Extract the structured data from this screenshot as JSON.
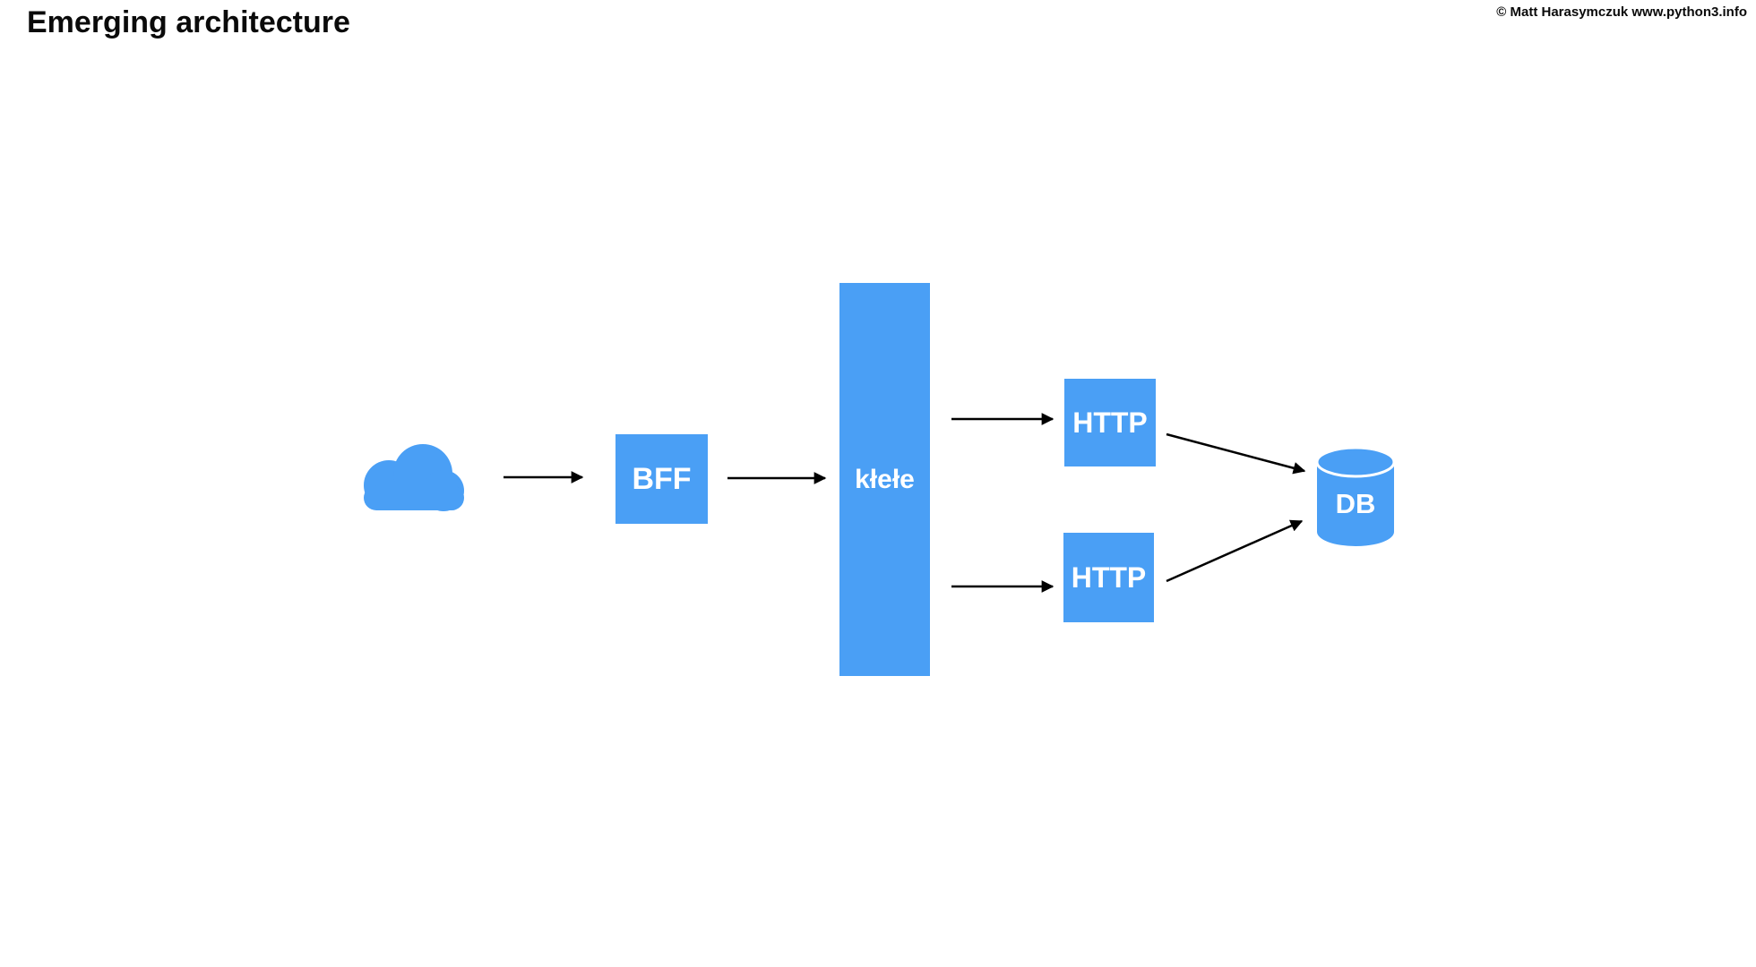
{
  "slide": {
    "title": "Emerging architecture",
    "copyright": "© Matt Harasymczuk www.python3.info"
  },
  "diagram": {
    "type": "flow",
    "colors": {
      "node_fill": "#4A9FF5",
      "node_text": "#FFFFFF",
      "arrow": "#000000",
      "background": "#FFFFFF",
      "title_text": "#0A0A0A"
    },
    "nodes": [
      {
        "id": "cloud",
        "kind": "cloud-icon",
        "label": ""
      },
      {
        "id": "bff",
        "kind": "box",
        "label": "BFF"
      },
      {
        "id": "klele",
        "kind": "tall-box",
        "label": "kłełe"
      },
      {
        "id": "http-1",
        "kind": "box",
        "label": "HTTP"
      },
      {
        "id": "http-2",
        "kind": "box",
        "label": "HTTP"
      },
      {
        "id": "db",
        "kind": "cylinder-icon",
        "label": "DB"
      }
    ],
    "edges": [
      {
        "from": "cloud",
        "to": "bff"
      },
      {
        "from": "bff",
        "to": "klele"
      },
      {
        "from": "klele",
        "to": "http-1"
      },
      {
        "from": "klele",
        "to": "http-2"
      },
      {
        "from": "http-1",
        "to": "db"
      },
      {
        "from": "http-2",
        "to": "db"
      }
    ]
  }
}
